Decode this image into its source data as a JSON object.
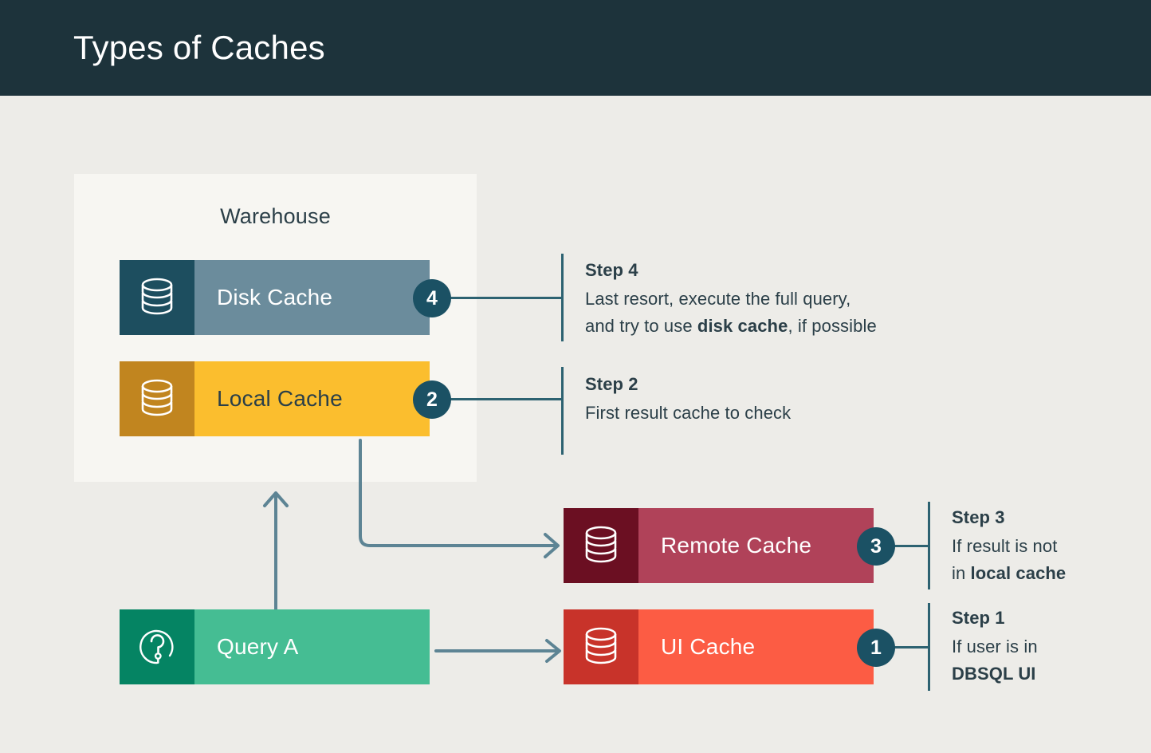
{
  "header": {
    "title": "Types of Caches",
    "bg_color": "#1d333b",
    "text_color": "#ffffff"
  },
  "page": {
    "background_color": "#edece8"
  },
  "warehouse": {
    "label": "Warehouse",
    "panel_color": "#f7f6f2"
  },
  "nodes": [
    {
      "id": "disk-cache",
      "label": "Disk Cache",
      "icon": "database-icon",
      "icon_panel_color": "#1d4e5f",
      "body_color": "#6b8c9c",
      "text_color": "#ffffff",
      "badge": "4"
    },
    {
      "id": "local-cache",
      "label": "Local Cache",
      "icon": "database-icon",
      "icon_panel_color": "#c1851f",
      "body_color": "#fbbe2e",
      "text_color": "#2b3f48",
      "badge": "2"
    },
    {
      "id": "remote-cache",
      "label": "Remote Cache",
      "icon": "database-icon",
      "icon_panel_color": "#6b0f22",
      "body_color": "#b04259",
      "text_color": "#ffffff",
      "badge": "3"
    },
    {
      "id": "ui-cache",
      "label": "UI Cache",
      "icon": "database-icon",
      "icon_panel_color": "#c8332a",
      "body_color": "#fc5c44",
      "text_color": "#ffffff",
      "badge": "1"
    },
    {
      "id": "query-a",
      "label": "Query A",
      "icon": "question-circle-icon",
      "icon_panel_color": "#058463",
      "body_color": "#45bd93",
      "text_color": "#ffffff",
      "badge": ""
    }
  ],
  "steps": [
    {
      "id": "step-4",
      "title": "Step 4",
      "line1": "Last resort, execute the full query,",
      "line2_pre": "and try to use ",
      "line2_bold": "disk cache",
      "line2_post": ", if possible"
    },
    {
      "id": "step-2",
      "title": "Step 2",
      "line1": "First result cache to check",
      "line2_pre": "",
      "line2_bold": "",
      "line2_post": ""
    },
    {
      "id": "step-3",
      "title": "Step 3",
      "line1": "If result is not",
      "line2_pre": "in ",
      "line2_bold": "local cache",
      "line2_post": ""
    },
    {
      "id": "step-1",
      "title": "Step 1",
      "line1": "If user is in",
      "line2_pre": "",
      "line2_bold": "DBSQL UI",
      "line2_post": ""
    }
  ],
  "badges": {
    "color": "#1b5164",
    "text_color": "#ffffff",
    "b1": "1",
    "b2": "2",
    "b3": "3",
    "b4": "4"
  },
  "connectors": {
    "line_color": "#2d6271",
    "arrow_color": "#5d8494"
  }
}
